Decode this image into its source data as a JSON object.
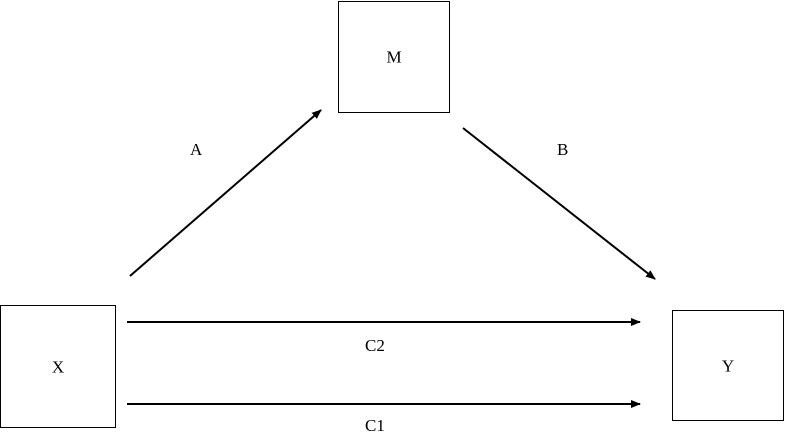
{
  "nodes": {
    "m": {
      "label": "M"
    },
    "x": {
      "label": "X"
    },
    "y": {
      "label": "Y"
    }
  },
  "edges": {
    "a": {
      "label": "A",
      "from": "X",
      "to": "M"
    },
    "b": {
      "label": "B",
      "from": "M",
      "to": "Y"
    },
    "c2": {
      "label": "C2",
      "from": "X",
      "to": "Y"
    },
    "c1": {
      "label": "C1",
      "from": "X",
      "to": "Y"
    }
  },
  "colors": {
    "stroke": "#000000",
    "background": "#ffffff"
  }
}
